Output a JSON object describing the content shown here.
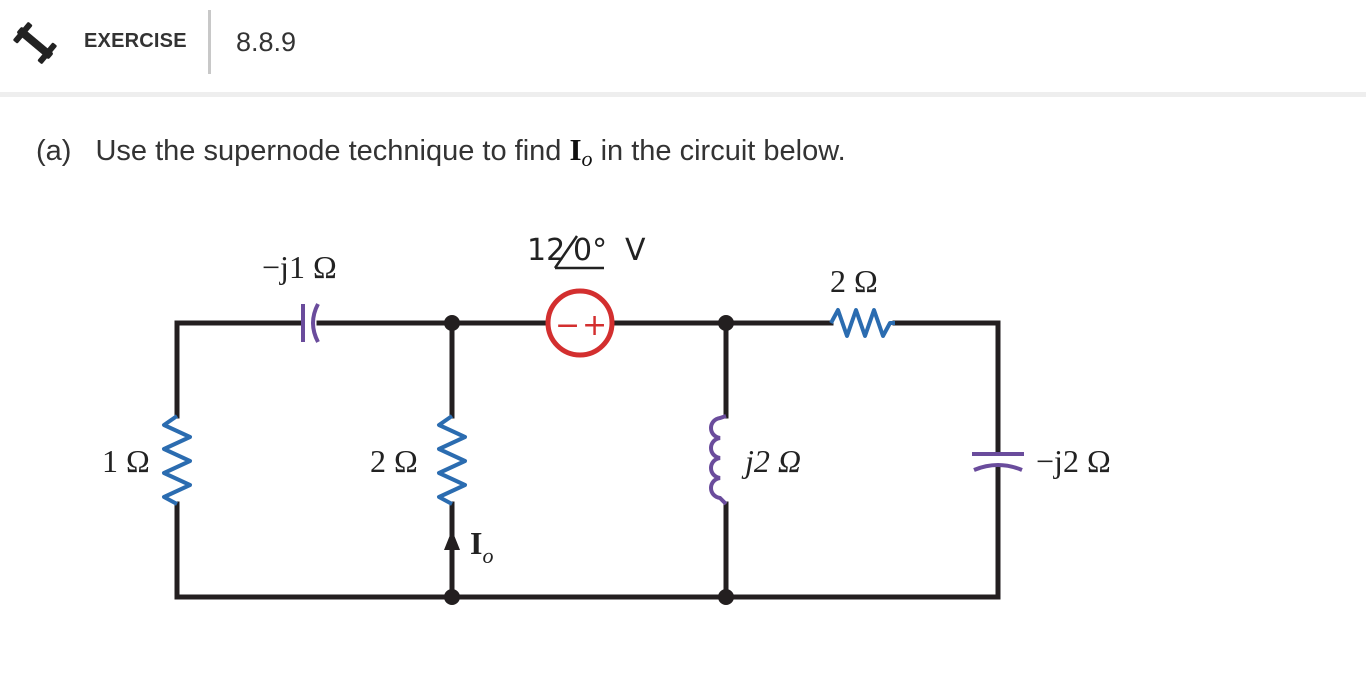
{
  "header": {
    "label": "EXERCISE",
    "number": "8.8.9",
    "icon": "dumbbell-icon"
  },
  "question": {
    "part": "(a)",
    "text_before": "Use the supernode technique to find",
    "symbol": "I",
    "symbol_subscript": "o",
    "text_after": "in the circuit below."
  },
  "circuit": {
    "source_label": "12",
    "source_angle": "0°",
    "source_unit": "V",
    "source_polarity_minus": "−",
    "source_polarity_plus": "+",
    "cap_top_label": "−j1 Ω",
    "res_top_label": "2 Ω",
    "res_left_label": "1 Ω",
    "res_mid_label": "2 Ω",
    "inductor_label": "j2 Ω",
    "cap_right_label": "−j2 Ω",
    "current_label": "I",
    "current_subscript": "o",
    "colors": {
      "wire": "#231f20",
      "resistor": "#2b6cb0",
      "capacitor": "#6a4c9c",
      "inductor": "#6a4c9c",
      "source": "#d32f2f"
    }
  }
}
